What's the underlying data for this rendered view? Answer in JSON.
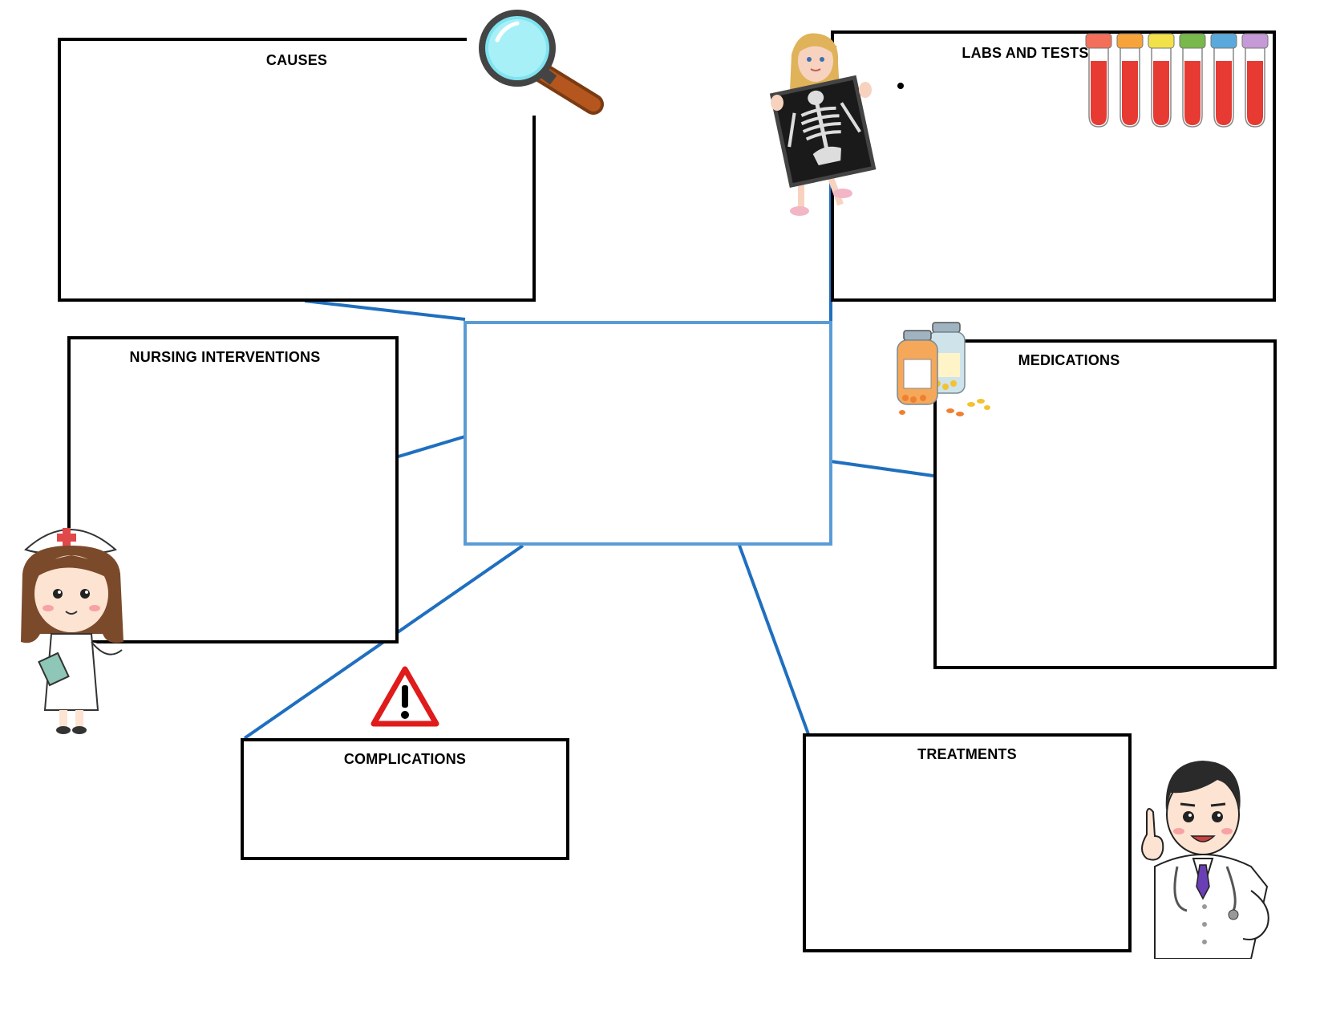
{
  "boxes": {
    "causes": {
      "title": "CAUSES"
    },
    "labs": {
      "title": "LABS AND TESTS"
    },
    "nursing": {
      "title": "NURSING  INTERVENTIONS"
    },
    "medications": {
      "title": "MEDICATIONS"
    },
    "complications": {
      "title": "COMPLICATIONS"
    },
    "treatments": {
      "title": "TREATMENTS"
    }
  },
  "colors": {
    "connector": "#1f6fbf",
    "center_border": "#5b9bd5",
    "box_border": "#000000"
  },
  "icons": [
    "magnifying-glass-icon",
    "xray-girl-icon",
    "test-tubes-icon",
    "pill-bottles-icon",
    "nurse-icon",
    "warning-icon",
    "doctor-icon"
  ]
}
